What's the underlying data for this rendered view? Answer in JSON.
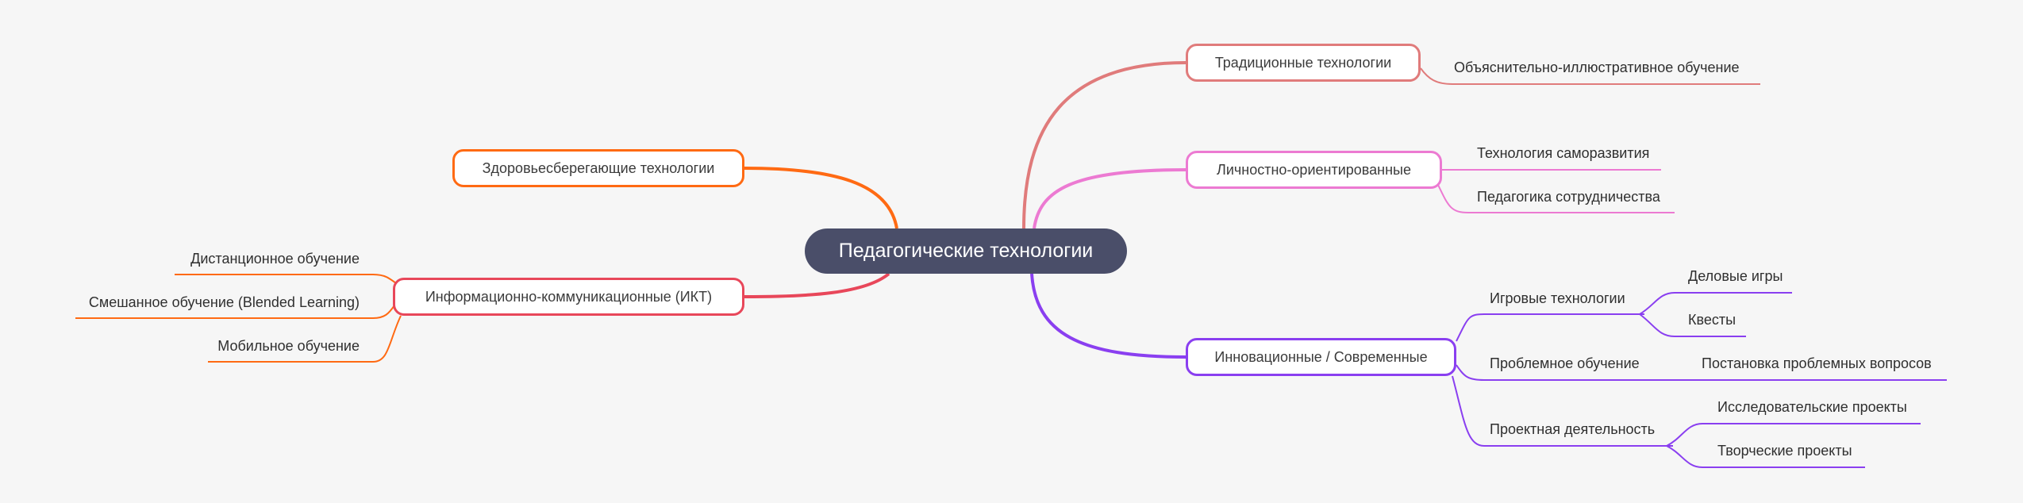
{
  "mindmap": {
    "central": {
      "label": "Педагогические технологии",
      "color": "#4a4e69"
    },
    "branches": [
      {
        "id": "traditional",
        "label": "Традиционные технологии",
        "color": "#e07b7b",
        "side": "right",
        "children": [
          {
            "label": "Объяснительно-иллюстративное обучение"
          }
        ]
      },
      {
        "id": "personal",
        "label": "Личностно-ориентированные",
        "color": "#ec7ad2",
        "side": "right",
        "children": [
          {
            "label": "Технология саморазвития"
          },
          {
            "label": "Педагогика сотрудничества"
          }
        ]
      },
      {
        "id": "innovative",
        "label": "Инновационные / Современные",
        "color": "#8a3ff0",
        "side": "right",
        "children": [
          {
            "label": "Игровые технологии",
            "children": [
              {
                "label": "Деловые игры"
              },
              {
                "label": "Квесты"
              }
            ]
          },
          {
            "label": "Проблемное обучение",
            "children": [
              {
                "label": "Постановка проблемных вопросов"
              }
            ]
          },
          {
            "label": "Проектная деятельность",
            "children": [
              {
                "label": "Исследовательские проекты"
              },
              {
                "label": "Творческие проекты"
              }
            ]
          }
        ]
      },
      {
        "id": "health",
        "label": "Здоровьесберегающие технологии",
        "color": "#ff6a13",
        "side": "left",
        "children": []
      },
      {
        "id": "ict",
        "label": "Информационно-коммуникационные (ИКТ)",
        "color": "#e8475a",
        "child_color": "#ff6a13",
        "side": "left",
        "children": [
          {
            "label": "Дистанционное обучение"
          },
          {
            "label": "Смешанное обучение (Blended Learning)"
          },
          {
            "label": "Мобильное обучение"
          }
        ]
      }
    ]
  }
}
